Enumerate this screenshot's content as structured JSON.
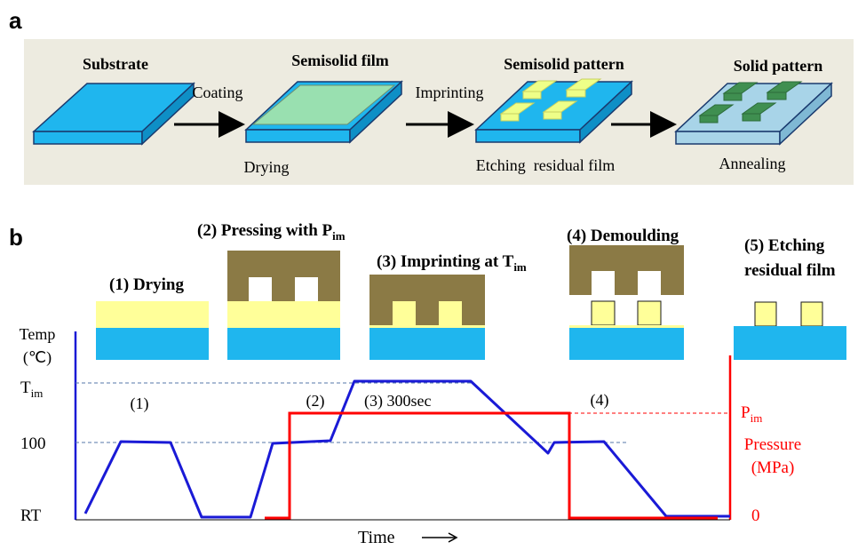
{
  "panel_a": {
    "label": "a",
    "stage_titles": [
      "Substrate",
      "Semisolid film",
      "Semisolid pattern",
      "Solid pattern"
    ],
    "arrow_labels": [
      "Coating",
      "Imprinting"
    ],
    "below_labels": [
      "Drying",
      "Etching  residual film",
      "Annealing"
    ]
  },
  "panel_b": {
    "label": "b",
    "step1": "(1) Drying",
    "step2_main": "(2) Pressing with P",
    "step2_sub": "im",
    "step3_main": "(3) Imprinting at T",
    "step3_sub": "im",
    "step4": "(4) Demoulding",
    "step5_line1": "(5) Etching",
    "step5_line2": "residual film"
  },
  "chart": {
    "y_title_line1": "Temp",
    "y_title_line2": "(℃)",
    "y_tick_tim_main": "T",
    "y_tick_tim_sub": "im",
    "y_tick_100": "100",
    "y_tick_rt": "RT",
    "x_title": "Time",
    "phase_labels": [
      "(1)",
      "(2)",
      "(3) 300sec",
      "(4)"
    ],
    "right_tick_pim_main": "P",
    "right_tick_pim_sub": "im",
    "right_title_line1": "Pressure",
    "right_title_line2": "(MPa)",
    "right_tick_zero": "0"
  },
  "colors": {
    "substrate": "#1fb6ee",
    "film": "#ffff99",
    "green_film": "#99e0b0",
    "mould": "#8b7a45",
    "green_block": "#3f8f50",
    "temp_line": "#1a1ad6",
    "pressure_line": "#ff0000",
    "banner_bg": "#edebe0"
  }
}
